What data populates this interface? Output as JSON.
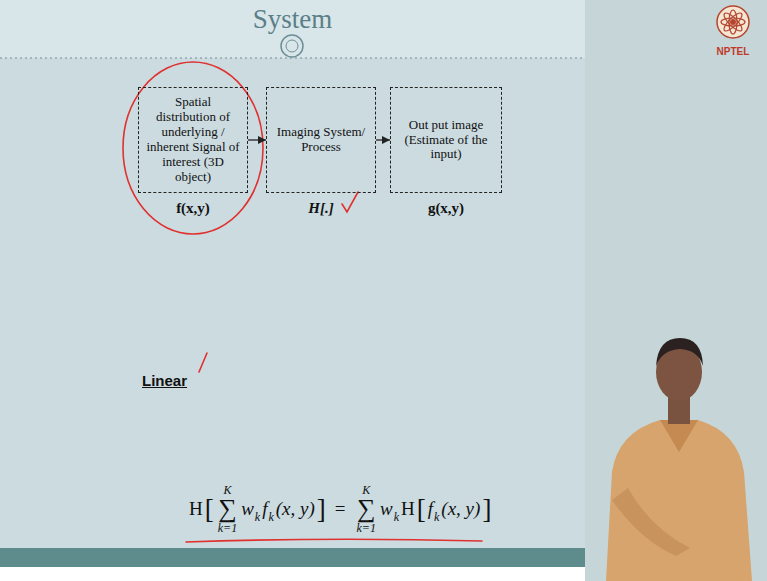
{
  "diagram": {
    "title": "System",
    "nodes": [
      {
        "text": [
          "Spatial distribution of underlying / inherent Signal of interest (3D object)",
          "f(x,y)"
        ]
      },
      {
        "text": [
          "Imaging System/ Process",
          "H[.]"
        ]
      },
      {
        "text": [
          "Out put image (Estimate of the input)",
          "g(x,y)"
        ]
      }
    ],
    "edges": [
      {
        "from": 0,
        "to": 1,
        "arrow": "to"
      },
      {
        "from": 1,
        "to": 2,
        "arrow": "to"
      }
    ],
    "labels": [
      "NPTEL",
      "Linear",
      "H",
      "[",
      "K",
      "∑",
      "k=1",
      "w",
      "k",
      "f",
      "k",
      "(x, y)",
      "]",
      "=",
      "K",
      "∑",
      "k=1",
      "w",
      "k",
      "H",
      "[",
      "f",
      "k",
      "(x, y)",
      "]"
    ]
  }
}
